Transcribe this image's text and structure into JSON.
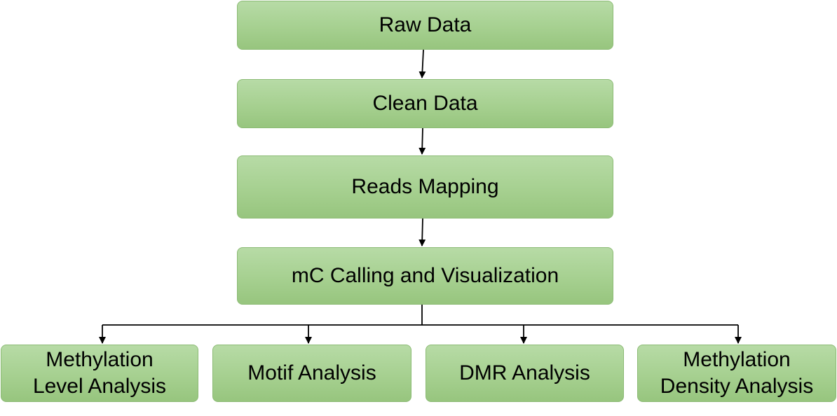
{
  "diagram": {
    "nodes": {
      "raw_data": "Raw Data",
      "clean_data": "Clean Data",
      "reads_mapping": "Reads Mapping",
      "mc_calling": "mC Calling and Visualization",
      "methylation_level": {
        "line1": "Methylation",
        "line2": "Level Analysis"
      },
      "motif": "Motif Analysis",
      "dmr": "DMR Analysis",
      "methylation_density": {
        "line1": "Methylation",
        "line2": "Density Analysis"
      }
    },
    "edges": [
      [
        "raw_data",
        "clean_data"
      ],
      [
        "clean_data",
        "reads_mapping"
      ],
      [
        "reads_mapping",
        "mc_calling"
      ],
      [
        "mc_calling",
        "methylation_level"
      ],
      [
        "mc_calling",
        "motif"
      ],
      [
        "mc_calling",
        "dmr"
      ],
      [
        "mc_calling",
        "methylation_density"
      ]
    ],
    "colors": {
      "node_fill": "#a6d090",
      "node_border": "#8cbb75",
      "connector": "#000000"
    }
  }
}
